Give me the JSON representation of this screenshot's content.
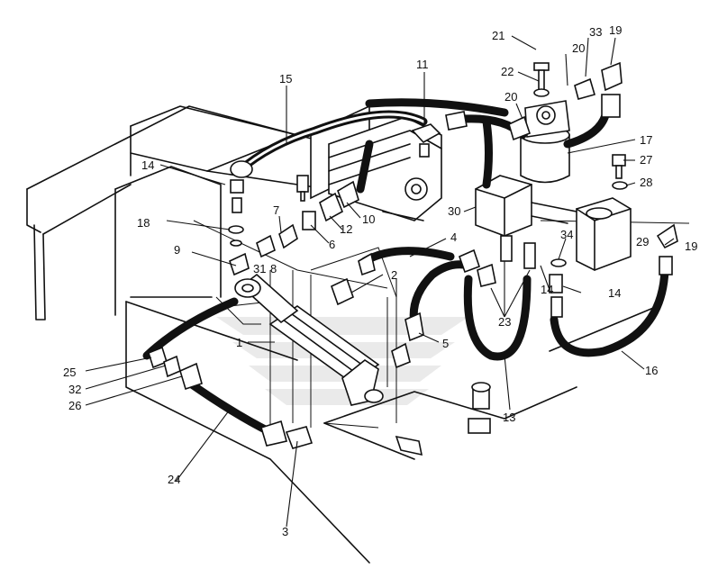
{
  "callouts": [
    {
      "text": "21"
    },
    {
      "text": "33"
    },
    {
      "text": "19"
    },
    {
      "text": "20"
    },
    {
      "text": "22"
    },
    {
      "text": "20"
    },
    {
      "text": "11"
    },
    {
      "text": "15"
    },
    {
      "text": "17"
    },
    {
      "text": "27"
    },
    {
      "text": "14"
    },
    {
      "text": "28"
    },
    {
      "text": "18"
    },
    {
      "text": "7"
    },
    {
      "text": "10"
    },
    {
      "text": "12"
    },
    {
      "text": "30"
    },
    {
      "text": "6"
    },
    {
      "text": "4"
    },
    {
      "text": "34"
    },
    {
      "text": "29"
    },
    {
      "text": "19"
    },
    {
      "text": "9"
    },
    {
      "text": "31"
    },
    {
      "text": "8"
    },
    {
      "text": "2"
    },
    {
      "text": "14"
    },
    {
      "text": "14"
    },
    {
      "text": "23"
    },
    {
      "text": "1"
    },
    {
      "text": "5"
    },
    {
      "text": "16"
    },
    {
      "text": "25"
    },
    {
      "text": "32"
    },
    {
      "text": "26"
    },
    {
      "text": "13"
    },
    {
      "text": "24"
    },
    {
      "text": "3"
    }
  ]
}
